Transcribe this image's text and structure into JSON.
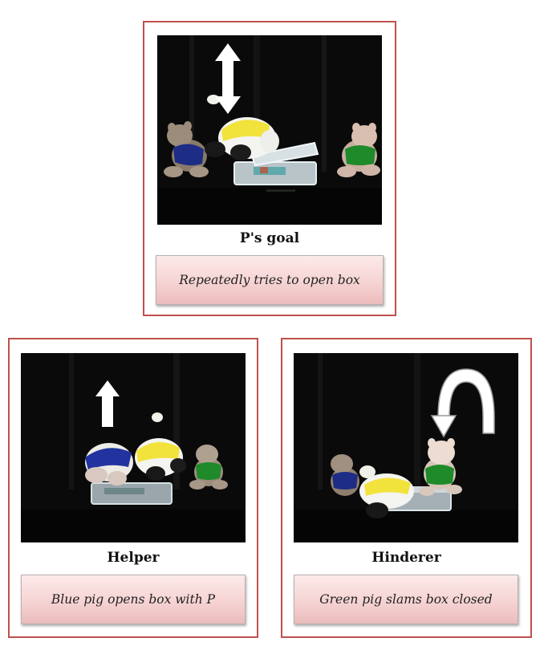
{
  "panels": {
    "goal": {
      "title": "P's goal",
      "caption": "Repeatedly tries to open box",
      "arrow": "double-headed-vertical-arrow-icon"
    },
    "helper": {
      "title": "Helper",
      "caption": "Blue pig opens box with P",
      "arrow": "up-arrow-icon"
    },
    "hinderer": {
      "title": "Hinderer",
      "caption": "Green pig slams box closed",
      "arrow": "curved-down-arrow-icon"
    }
  },
  "colors": {
    "border": "#c0504d",
    "caption_bg": "#f6d3d3",
    "photo_bg": "#0b0b0b",
    "blue_shirt": "#2233a0",
    "green_shirt": "#1e8a2a",
    "yellow_shirt": "#f2e23c"
  }
}
